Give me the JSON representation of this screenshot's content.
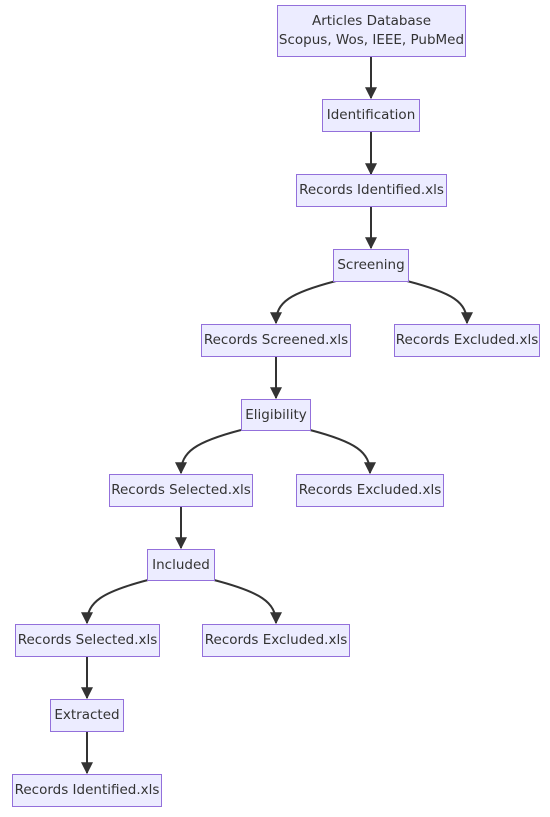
{
  "diagram": {
    "nodes": {
      "articles_database": {
        "line1": "Articles Database",
        "line2": "Scopus, Wos, IEEE, PubMed"
      },
      "identification": "Identification",
      "records_identified_1": "Records Identified.xls",
      "screening": "Screening",
      "records_screened": "Records Screened.xls",
      "records_excluded_1": "Records Excluded.xls",
      "eligibility": "Eligibility",
      "records_selected_1": "Records Selected.xls",
      "records_excluded_2": "Records Excluded.xls",
      "included": "Included",
      "records_selected_2": "Records Selected.xls",
      "records_excluded_3": "Records Excluded.xls",
      "extracted": "Extracted",
      "records_identified_2": "Records Identified.xls"
    },
    "colors": {
      "node_fill": "#ececff",
      "node_border": "#9370db",
      "edge": "#333333",
      "text": "#333333"
    }
  }
}
